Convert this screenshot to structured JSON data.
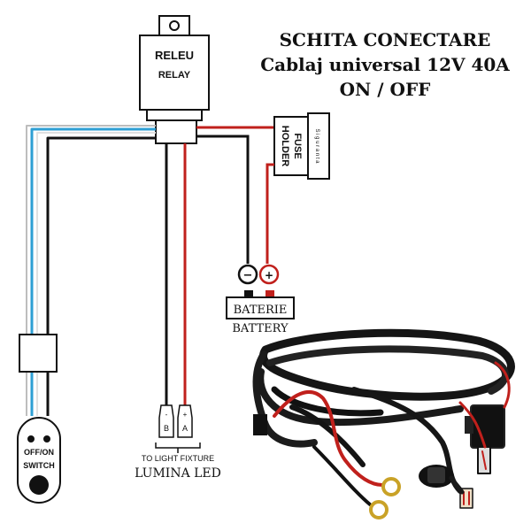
{
  "title": {
    "line1": "SCHITA CONECTARE",
    "line2": "Cablaj universal 12V 40A",
    "line3": "ON / OFF"
  },
  "relay": {
    "label_ro": "RELEU",
    "label_en": "RELAY"
  },
  "fuse": {
    "label_line1": "FUSE",
    "label_line2": "HOLDER",
    "fuse_text": "S i g u r a n t a"
  },
  "battery": {
    "label_ro": "BATERIE",
    "label_en": "BATTERY",
    "neg_symbol": "−",
    "pos_symbol": "+"
  },
  "switch": {
    "label_onoff": "OFF/ON",
    "label_switch": "SWITCH"
  },
  "light": {
    "label_en": "TO LIGHT FIXTURE",
    "label_ro": "LUMINA LED",
    "pin_b": "B",
    "pin_a": "A",
    "pin_b_sign": "-",
    "pin_a_sign": "+"
  },
  "colors": {
    "red_wire": "#c0201c",
    "black_wire": "#111111",
    "blue_wire": "#2e9fd4",
    "white_wire": "#e8e8e8"
  },
  "photo": {
    "description_icon": "wire-harness-photo"
  }
}
